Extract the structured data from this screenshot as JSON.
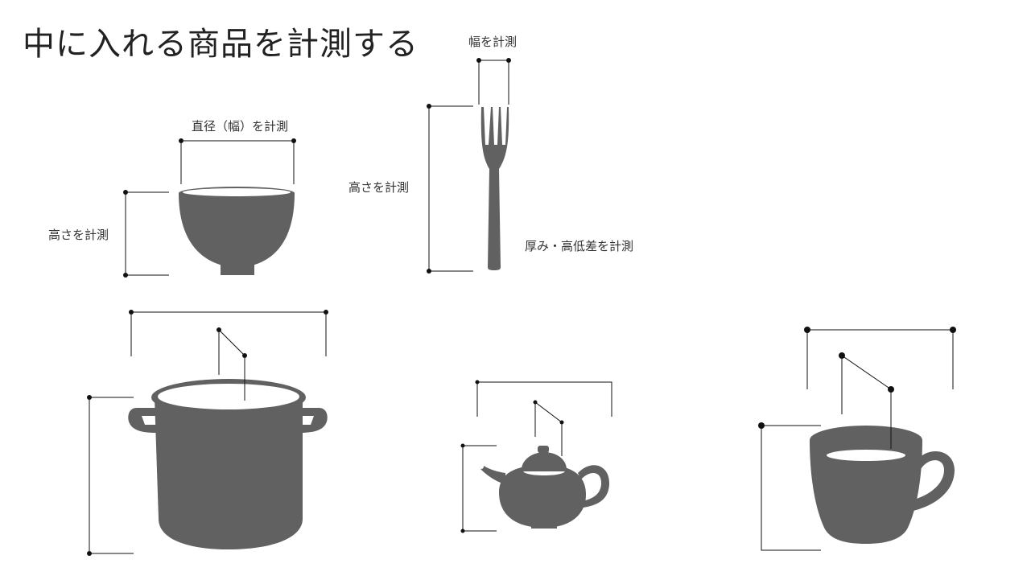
{
  "title": "中に入れる商品を計測する",
  "labels": {
    "bowl_diameter": "直径（幅）を計測",
    "bowl_height": "高さを計測",
    "fork_width": "幅を計測",
    "fork_height": "高さを計測",
    "fork_thickness": "厚み・高低差を計測"
  },
  "colors": {
    "silhouette": "#616161",
    "line": "#111111",
    "text": "#333333"
  },
  "items": [
    "bowl",
    "fork",
    "pot",
    "teapot",
    "mug"
  ]
}
